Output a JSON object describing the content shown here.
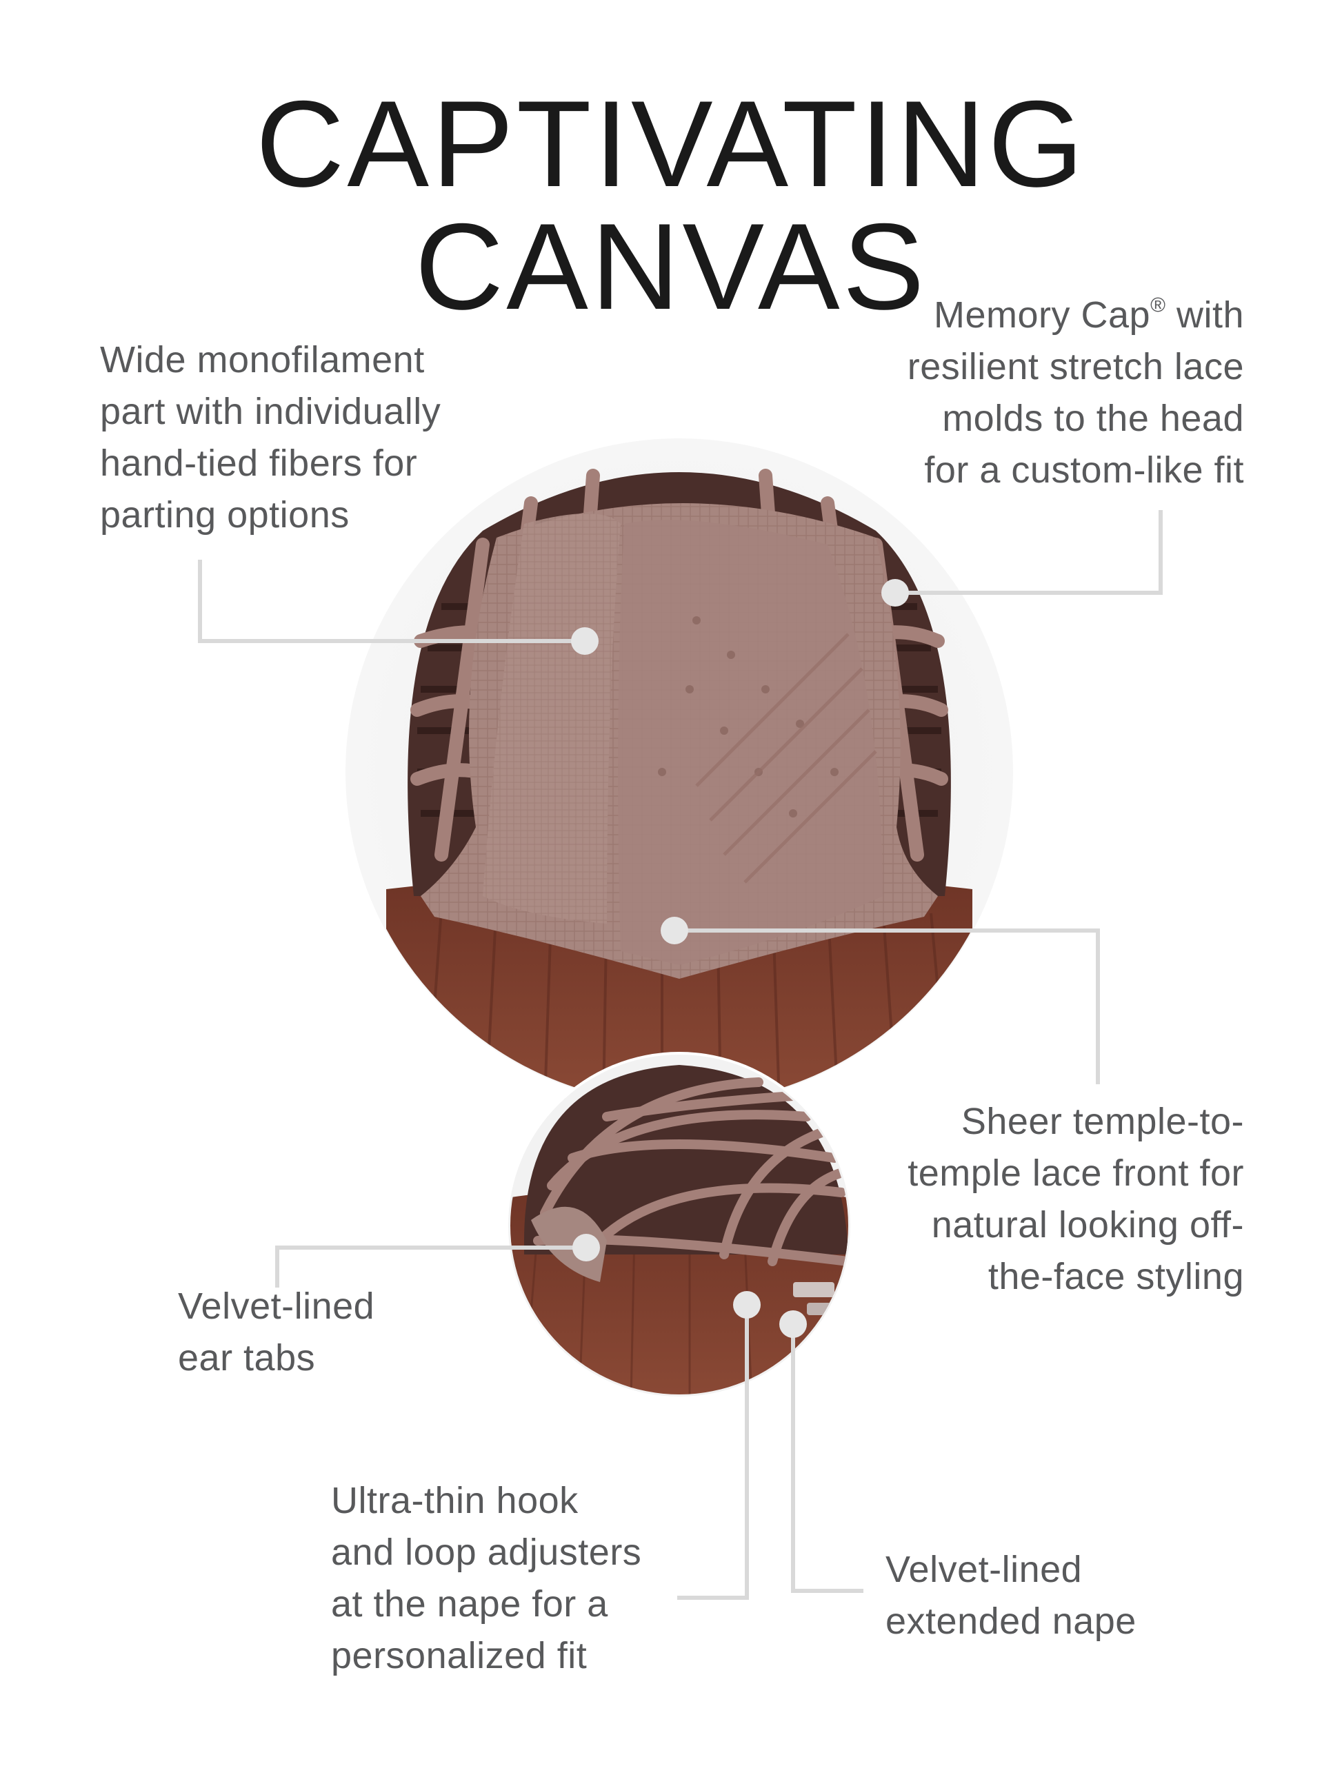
{
  "title": "CAPTIVATING CANVAS",
  "callouts": {
    "monofilament": {
      "lines": [
        "Wide monofilament",
        "part with individually",
        "hand-tied fibers for",
        "parting options"
      ]
    },
    "memory_cap": {
      "line1_text": "Memory Cap",
      "line1_sup": "®",
      "line1_tail": " with",
      "lines": [
        "resilient stretch lace",
        "molds to the head",
        "for a custom-like fit"
      ]
    },
    "lace_front": {
      "lines": [
        "Sheer temple-to-",
        "temple lace front for",
        "natural looking off-",
        "the-face styling"
      ]
    },
    "ear_tabs": {
      "lines": [
        "Velvet-lined",
        "ear tabs"
      ]
    },
    "adjusters": {
      "lines": [
        "Ultra-thin hook",
        "and loop adjusters",
        "at the nape for a",
        "personalized fit"
      ]
    },
    "nape": {
      "lines": [
        "Velvet-lined",
        "extended nape"
      ]
    }
  },
  "colors": {
    "title": "#1a1a1a",
    "text": "#58595b",
    "leader_line": "#d9d9d9",
    "marker_dot": "#e6e6e6",
    "cap_lace": "#a2817a",
    "cap_dark": "#4a2e2a",
    "hair": "#7a3c2c"
  },
  "icons": {
    "main_image": "wig-cap-interior-photo",
    "inset_image": "wig-cap-back-photo",
    "markers": "callout-dot"
  }
}
